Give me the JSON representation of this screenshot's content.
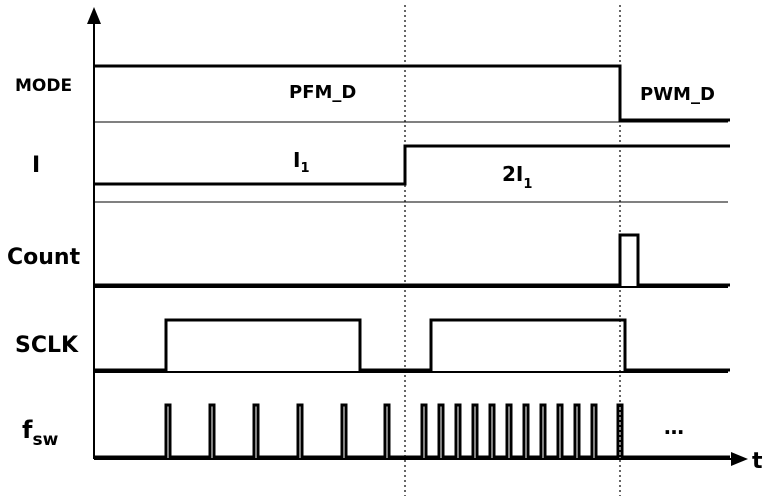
{
  "signals": {
    "mode": "MODE",
    "current": "I",
    "count": "Count",
    "sclk": "SCLK",
    "fsw_main": "f",
    "fsw_sub": "sw"
  },
  "annotations": {
    "pfm": "PFM_D",
    "pwm": "PWM_D",
    "i1_main": "I",
    "i1_sub": "1",
    "two_i1_main": "2I",
    "two_i1_sub": "1",
    "continuation": "…"
  },
  "axis": {
    "time_label": "t"
  }
}
